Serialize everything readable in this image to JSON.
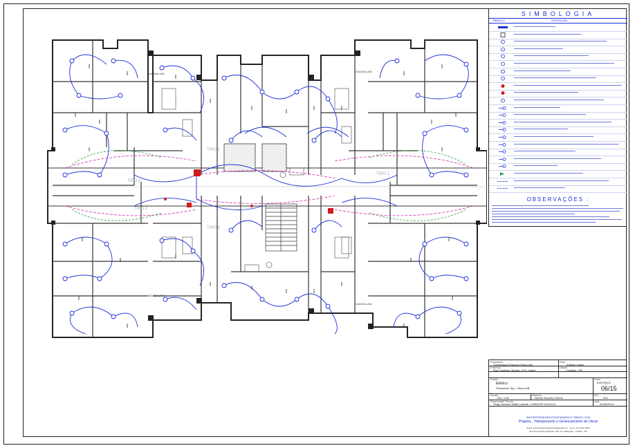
{
  "legend": {
    "title": "SIMBOLOGIA",
    "col_symbol": "SÍMBOLO",
    "col_description": "DESCRIÇÃO",
    "rows": 23
  },
  "observations": {
    "title": "OBSERVAÇÕES :"
  },
  "plan": {
    "room_labels": [
      "TIPO 1",
      "TIPO 1",
      "TIPO 1",
      "TIPO 2",
      "TIPO 2"
    ],
    "balcony_label": "SACADA LAVA"
  },
  "title_block": {
    "client_label": "Proprietário",
    "client": "Construtora Pequeno Silva Ltda",
    "work_label": "Obra",
    "work": "Edifício Xaxim",
    "address_label": "Endereço",
    "address": "Rua Cristiano Strobel, 970 • Xaxim",
    "city_label": "Cidade",
    "city": "Curitiba - PR",
    "project_label": "Projeto",
    "project": "Elétrico",
    "sheet_desc": "Pavimento Tipo - Bloco A/B",
    "sheet_code_label": "Folha",
    "sheet_code": "ELETRICO",
    "sheet_number": "06/15",
    "scale_label": "Escala",
    "scale": "Esc. 1:50",
    "drawn_label": "Desenho",
    "drawn_by": "Marlon Tavares Thomé",
    "rev_label": "Rev",
    "rev": "R01",
    "engineer_label": "Responsável Técnico",
    "engineer": "Diogo Amauro Motta Calvote • CREA PR 20.944-D",
    "date_label": "Data",
    "date": "22/05/2014",
    "company": "INCORPORADORA ENGENHARIA E OBRAS LTDA",
    "slogan": "Projetos , Planejamento e Gerenciamento de Obras",
    "contact_1": "Email: incorporadoraengenharia@gmail.com · Fone: (41) 3011-3669",
    "contact_2": "Rua Dos Cardos Papiridas, 300 • Sl. Jabaquara · Curitiba - PR"
  },
  "colors": {
    "wiring": "#1a2fd6",
    "walls": "#222222",
    "dimension": "#d02aa8",
    "ground": "#2a9a3a",
    "outlet": "#d21a1a"
  }
}
